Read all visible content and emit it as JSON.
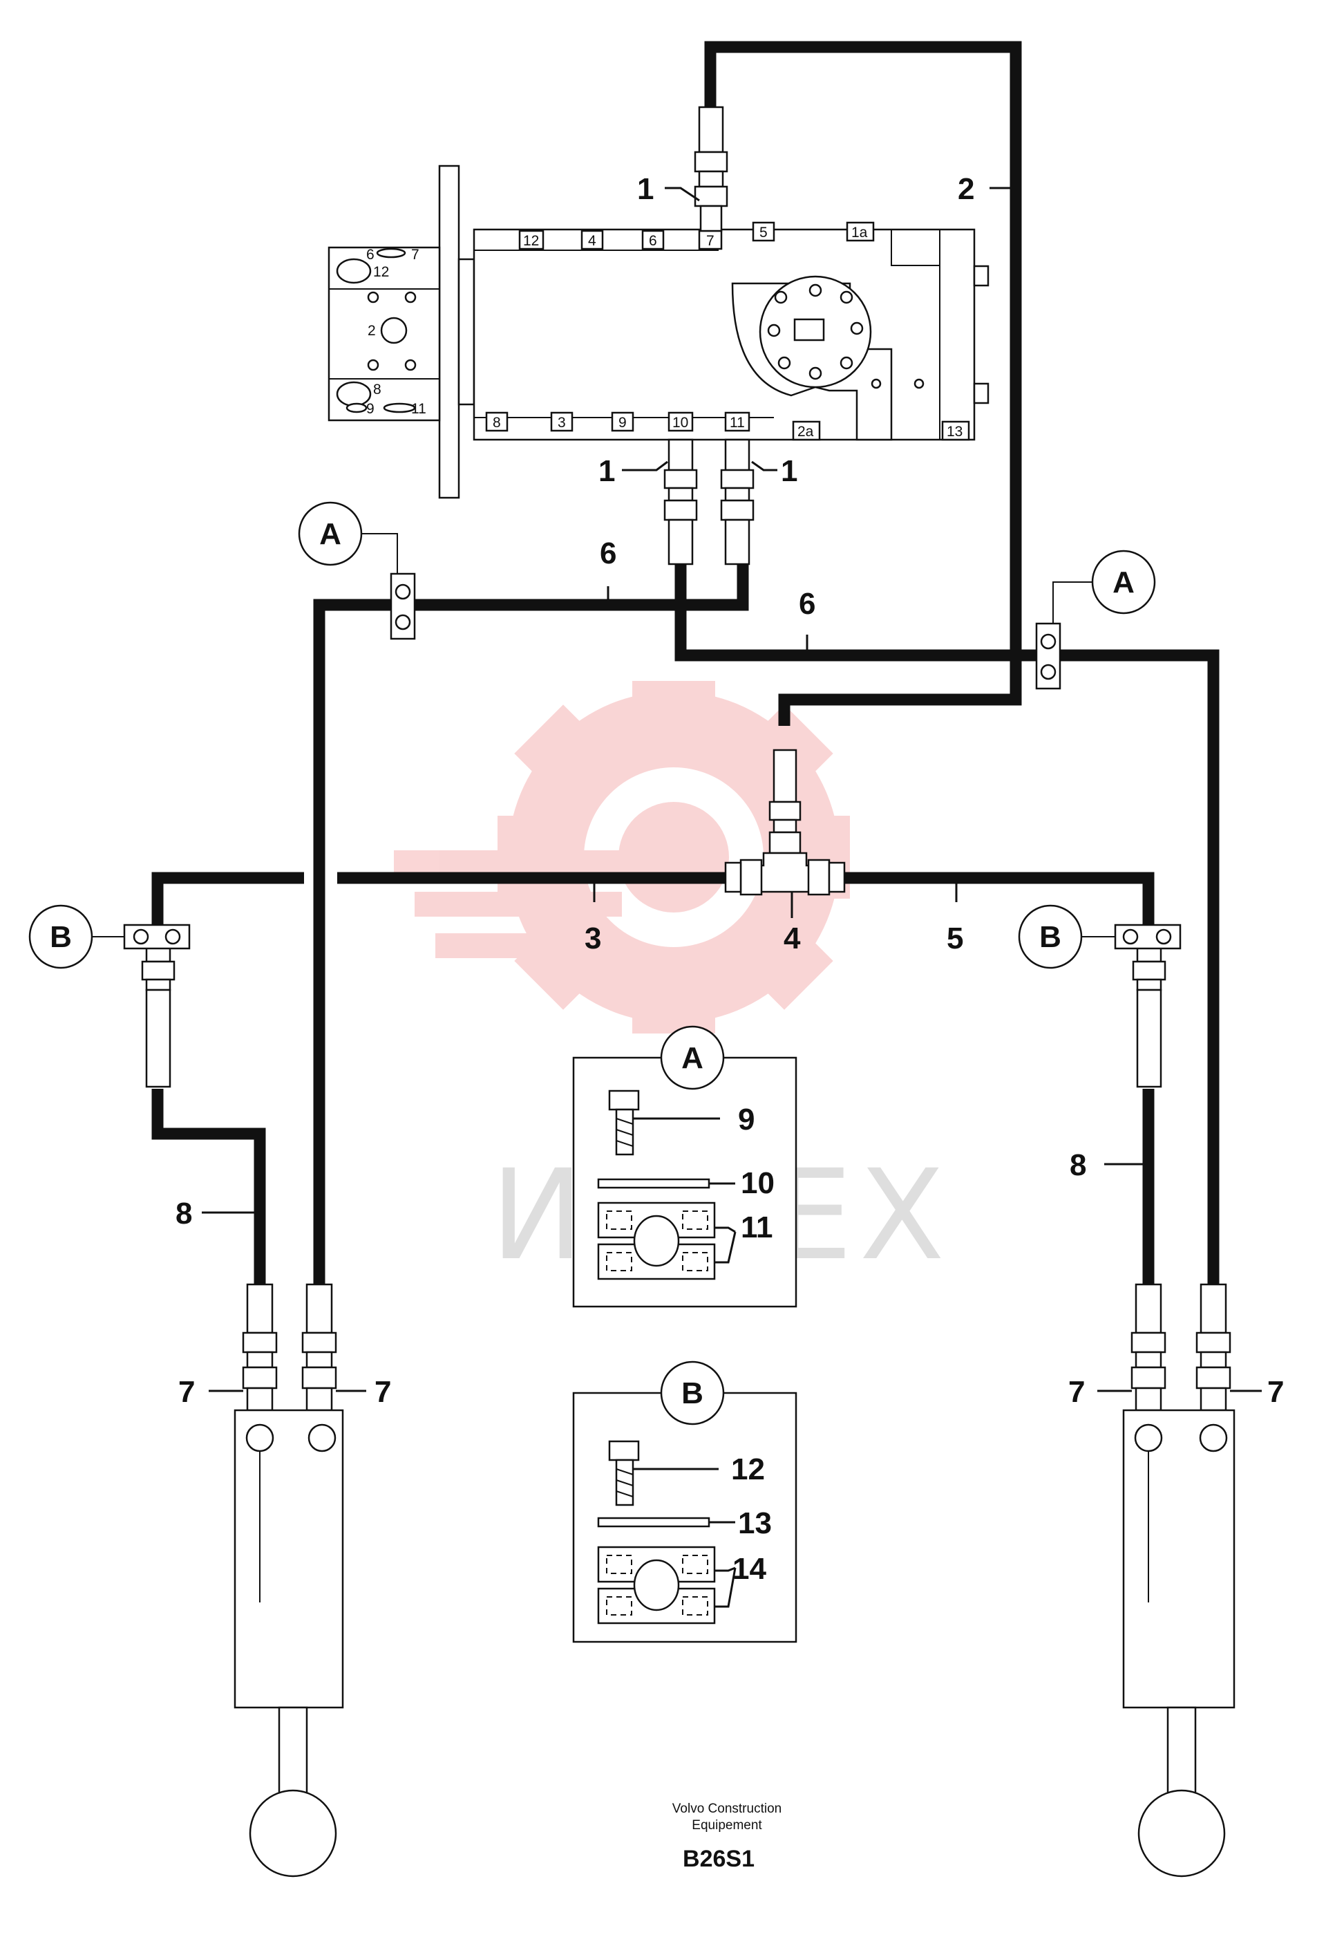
{
  "callouts": {
    "hose_1": "1",
    "hose_2": "2",
    "hose_3": "3",
    "tee_4": "4",
    "hose_5": "5",
    "hose_6": "6",
    "adapter_7": "7",
    "hose_8": "8",
    "bolt_9": "9",
    "washer_10": "10",
    "clamp_11": "11",
    "bolt_12": "12",
    "washer_13": "13",
    "clamp_14": "14"
  },
  "detail_markers": {
    "a": "A",
    "b": "B"
  },
  "valve_ports": {
    "top": [
      "12",
      "4",
      "6",
      "7",
      "5",
      "1a"
    ],
    "bottom": [
      "8",
      "3",
      "9",
      "10",
      "11",
      "2a",
      "13"
    ],
    "side": [
      "6",
      "7",
      "12",
      "2",
      "8",
      "9",
      "11"
    ]
  },
  "footer": {
    "company_line1": "Volvo Construction",
    "company_line2": "Equipement",
    "code": "B26S1"
  },
  "watermark": "ИНТЕХ",
  "colors": {
    "line": "#111111",
    "watermark_gear": "#f08a8a"
  }
}
